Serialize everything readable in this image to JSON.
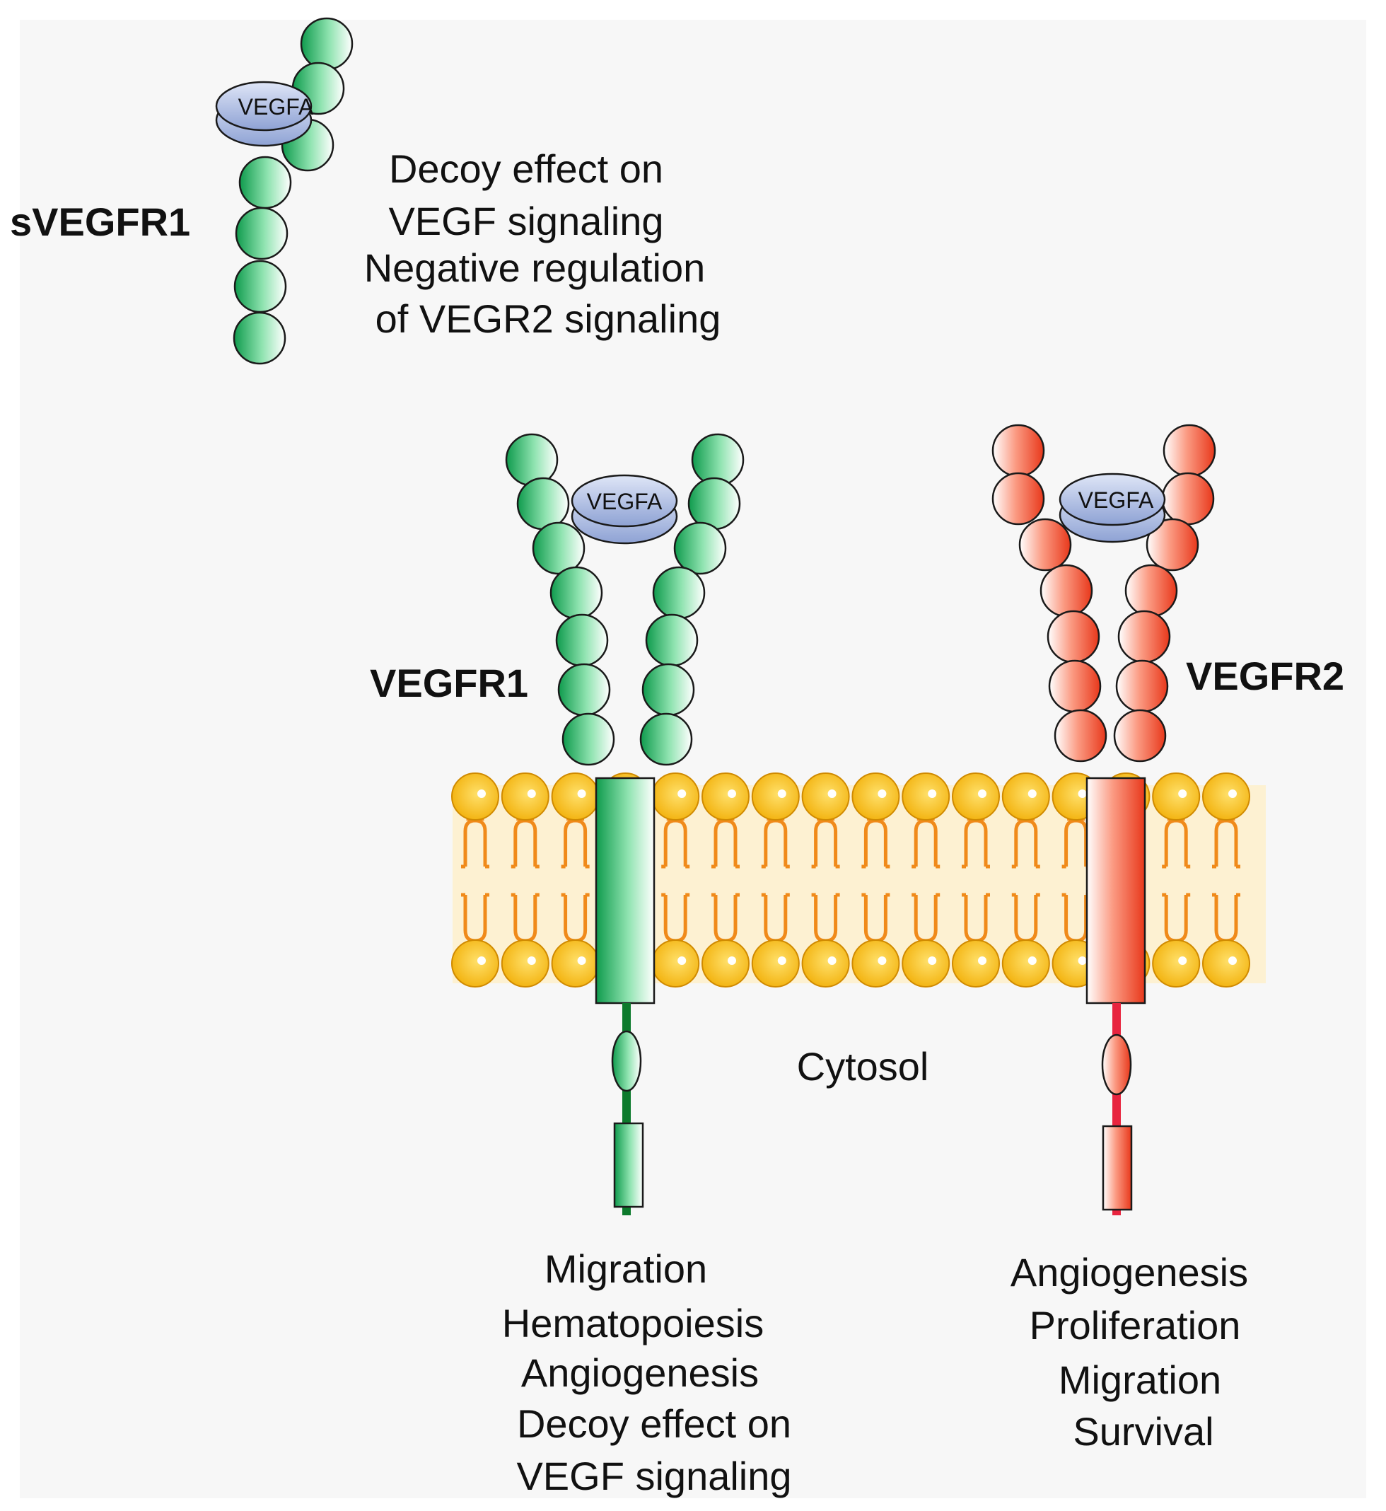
{
  "labels": {
    "svegfr1": "sVEGFR1",
    "vegfr1": "VEGFR1",
    "vegfr2": "VEGFR2",
    "cytosol": "Cytosol"
  },
  "ligand": "VEGFA",
  "svegfr1_functions": [
    "Decoy effect on",
    "VEGF signaling",
    "Negative regulation",
    "of VEGR2 signaling"
  ],
  "vegfr1_functions": [
    "Migration",
    "Hematopoiesis",
    "Angiogenesis",
    "Decoy effect on",
    "VEGF signaling"
  ],
  "vegfr2_functions": [
    "Angiogenesis",
    "Proliferation",
    "Migration",
    "Survival"
  ],
  "colors": {
    "vegfr1_green": "#1fae5c",
    "vegfr2_red": "#f04a2e",
    "vegfa_blue": "#8fa3d6",
    "lipid_head": "#f6bf1f",
    "lipid_tail": "#f08a1a",
    "membrane_fill": "#fdf0cf"
  }
}
